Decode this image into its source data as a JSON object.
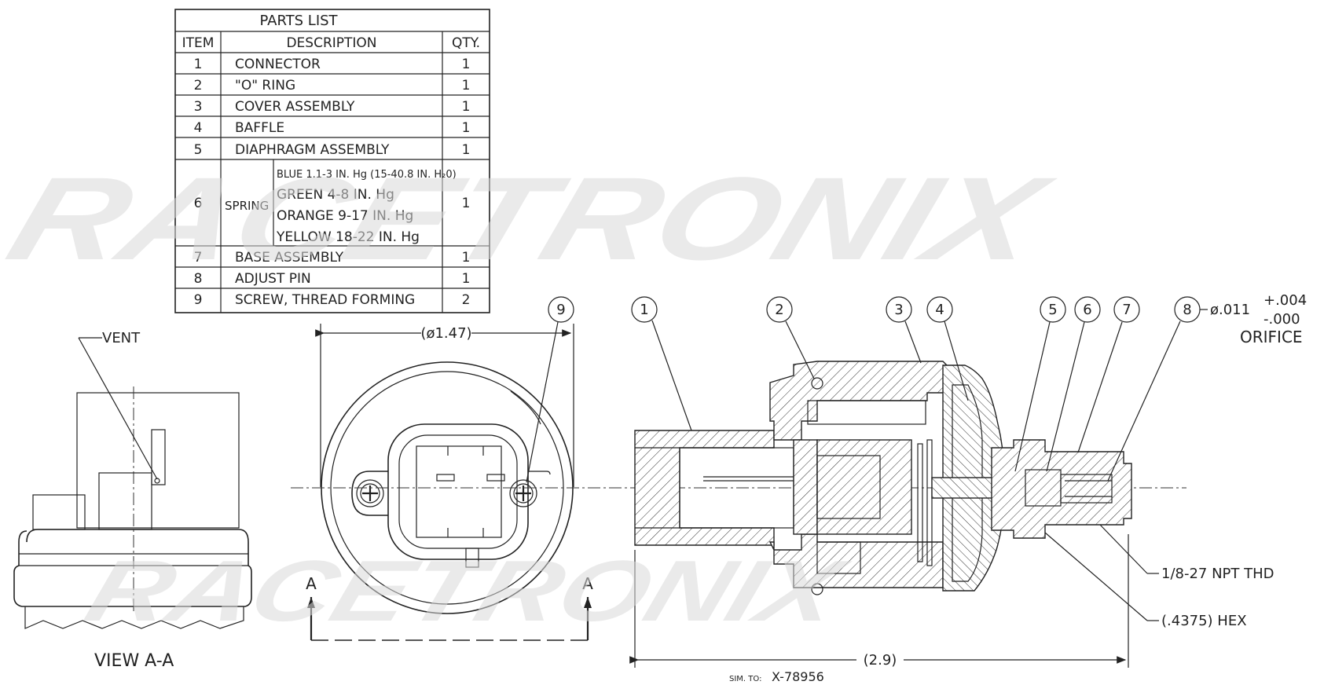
{
  "parts_list": {
    "title": "PARTS LIST",
    "headers": {
      "item": "ITEM",
      "description": "DESCRIPTION",
      "qty": "QTY."
    },
    "rows": [
      {
        "item": "1",
        "description": "CONNECTOR",
        "qty": "1"
      },
      {
        "item": "2",
        "description": "\"O\" RING",
        "qty": "1"
      },
      {
        "item": "3",
        "description": "COVER ASSEMBLY",
        "qty": "1"
      },
      {
        "item": "4",
        "description": "BAFFLE",
        "qty": "1"
      },
      {
        "item": "5",
        "description": "DIAPHRAGM ASSEMBLY",
        "qty": "1"
      }
    ],
    "spring": {
      "item": "6",
      "label": "SPRING",
      "options": [
        "BLUE 1.1-3 IN. Hg (15-40.8 IN. H₂0)",
        "GREEN 4-8 IN. Hg",
        "ORANGE 9-17 IN. Hg",
        "YELLOW 18-22 IN. Hg"
      ],
      "qty": "1"
    },
    "rows_after": [
      {
        "item": "7",
        "description": "BASE ASSEMBLY",
        "qty": "1"
      },
      {
        "item": "8",
        "description": "ADJUST PIN",
        "qty": "1"
      },
      {
        "item": "9",
        "description": "SCREW, THREAD FORMING",
        "qty": "2"
      }
    ]
  },
  "labels": {
    "vent": "VENT",
    "view_aa": "VIEW A-A",
    "section_a": "A",
    "diameter": "(ø1.47)",
    "length": "(2.9)",
    "orifice_dim": "ø.011",
    "orifice_plus": "+.004",
    "orifice_minus": "-.000",
    "orifice": "ORIFICE",
    "npt": "1/8-27 NPT THD",
    "hex": "(.4375) HEX",
    "sim_prefix": "SIM. TO:",
    "sim_value": "X-78956"
  },
  "balloons": [
    "1",
    "2",
    "3",
    "4",
    "5",
    "6",
    "7",
    "8",
    "9"
  ],
  "watermark": "RACETRONIX"
}
